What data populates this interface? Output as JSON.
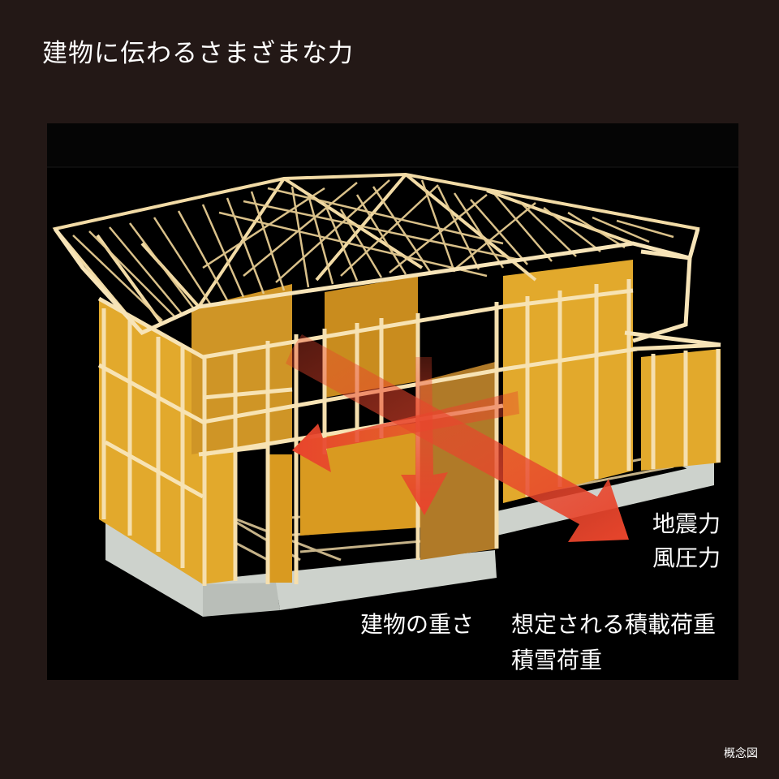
{
  "title": "建物に伝わるさまざまな力",
  "labels": {
    "seismic": "地震力",
    "wind": "風圧力",
    "weight": "建物の重さ",
    "load": "想定される積載荷重",
    "snow": "積雪荷重"
  },
  "concept_label": "概念図",
  "colors": {
    "background": "#231816",
    "panel": "#000000",
    "timber": "#f1d8a2",
    "sheathing": "#e2a92c",
    "foundation": "#cdd2cc",
    "arrow": "#e8452c"
  }
}
